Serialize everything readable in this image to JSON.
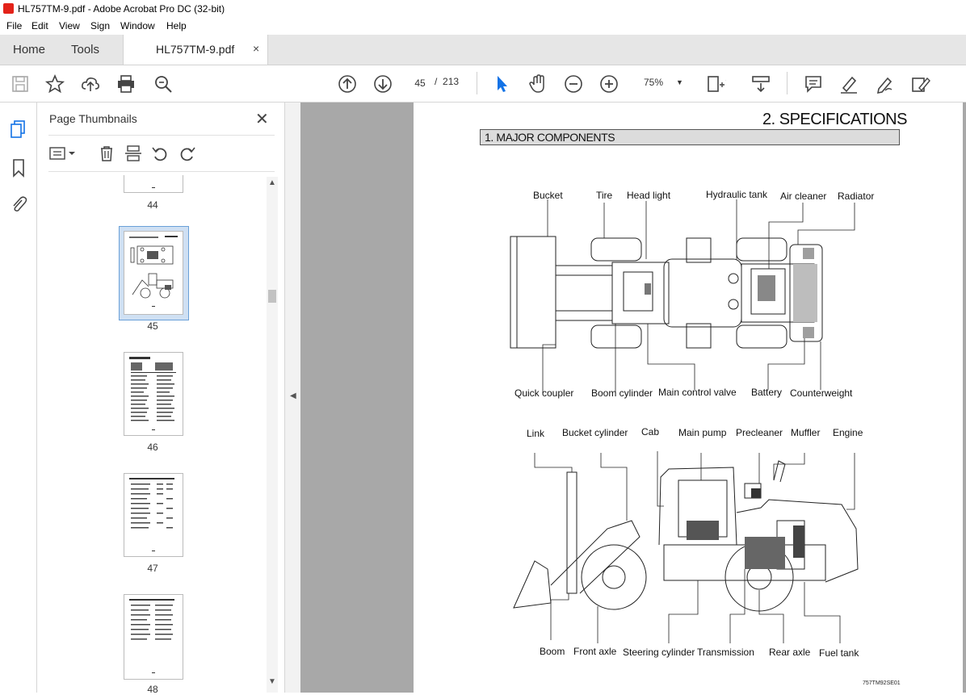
{
  "window": {
    "title": "HL757TM-9.pdf - Adobe Acrobat Pro DC (32-bit)"
  },
  "menu": [
    "File",
    "Edit",
    "View",
    "Sign",
    "Window",
    "Help"
  ],
  "tabs": {
    "home": "Home",
    "tools": "Tools",
    "document": "HL757TM-9.pdf",
    "close": "×"
  },
  "toolbar": {
    "page_current": "45",
    "page_sep": "/",
    "page_total": "213",
    "zoom": "75%"
  },
  "panel": {
    "title": "Page Thumbnails",
    "thumbnails": [
      {
        "page": "44"
      },
      {
        "page": "45"
      },
      {
        "page": "46"
      },
      {
        "page": "47"
      },
      {
        "page": "48"
      }
    ]
  },
  "document": {
    "heading": "2. SPECIFICATIONS",
    "section": "1. MAJOR COMPONENTS",
    "figure_code": "757TM92SE01",
    "top_view_labels": {
      "bucket": "Bucket",
      "tire": "Tire",
      "head_light": "Head light",
      "hydraulic_tank": "Hydraulic tank",
      "air_cleaner": "Air cleaner",
      "radiator": "Radiator",
      "quick_coupler": "Quick coupler",
      "boom_cylinder": "Boom cylinder",
      "main_control_valve": "Main control valve",
      "battery": "Battery",
      "counterweight": "Counterweight"
    },
    "side_view_labels": {
      "link": "Link",
      "bucket_cylinder": "Bucket cylinder",
      "cab": "Cab",
      "main_pump": "Main pump",
      "precleaner": "Precleaner",
      "muffler": "Muffler",
      "engine": "Engine",
      "boom": "Boom",
      "front_axle": "Front axle",
      "steering_cylinder": "Steering cylinder",
      "transmission": "Transmission",
      "rear_axle": "Rear axle",
      "fuel_tank": "Fuel tank"
    }
  }
}
